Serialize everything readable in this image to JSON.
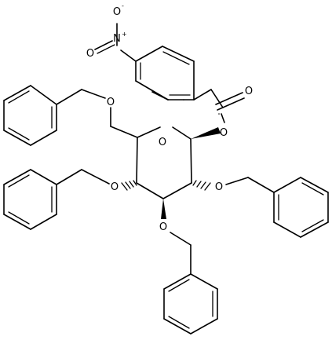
{
  "molecule": {
    "atoms": {
      "ring_oxygen": "O",
      "ester_oxygen": "O",
      "carbonyl_oxygen": "O",
      "o6_oxygen": "O",
      "o4_oxygen": "O",
      "o2_oxygen": "O",
      "o3_oxygen": "O",
      "nitro_nitrogen": "N",
      "nitro_oxygen_top": "O",
      "nitro_oxygen_left": "O"
    },
    "charges": {
      "nitrogen_plus": "+",
      "oxygen_minus": "-"
    }
  }
}
